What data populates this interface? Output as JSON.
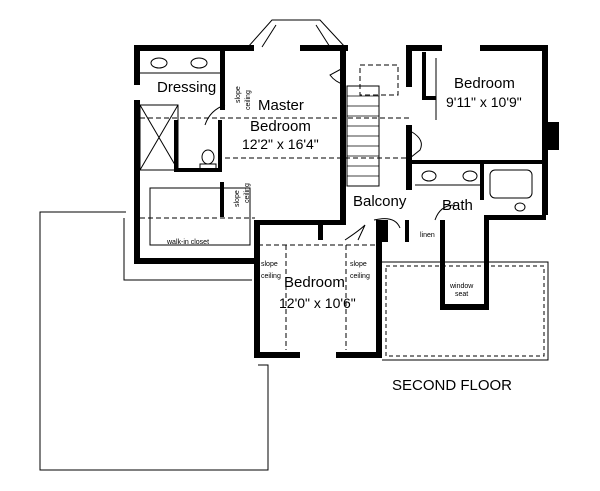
{
  "title": "SECOND FLOOR",
  "rooms": {
    "master": {
      "name": "Master Bedroom",
      "line1": "Master",
      "line2": "Bedroom",
      "size": "12'2\" x 16'4\""
    },
    "bedroom_right": {
      "name": "Bedroom",
      "size": "9'11\" x 10'9\""
    },
    "bedroom_lower": {
      "name": "Bedroom",
      "size": "12'0\" x 10'6\""
    },
    "dressing": "Dressing",
    "balcony": "Balcony",
    "bath": "Bath",
    "linen": "linen",
    "walk_in_closet": "walk-in closet",
    "window_seat_1": "window",
    "window_seat_2": "seat"
  },
  "notes": {
    "slope": "slope",
    "ceiling": "ceiling"
  }
}
